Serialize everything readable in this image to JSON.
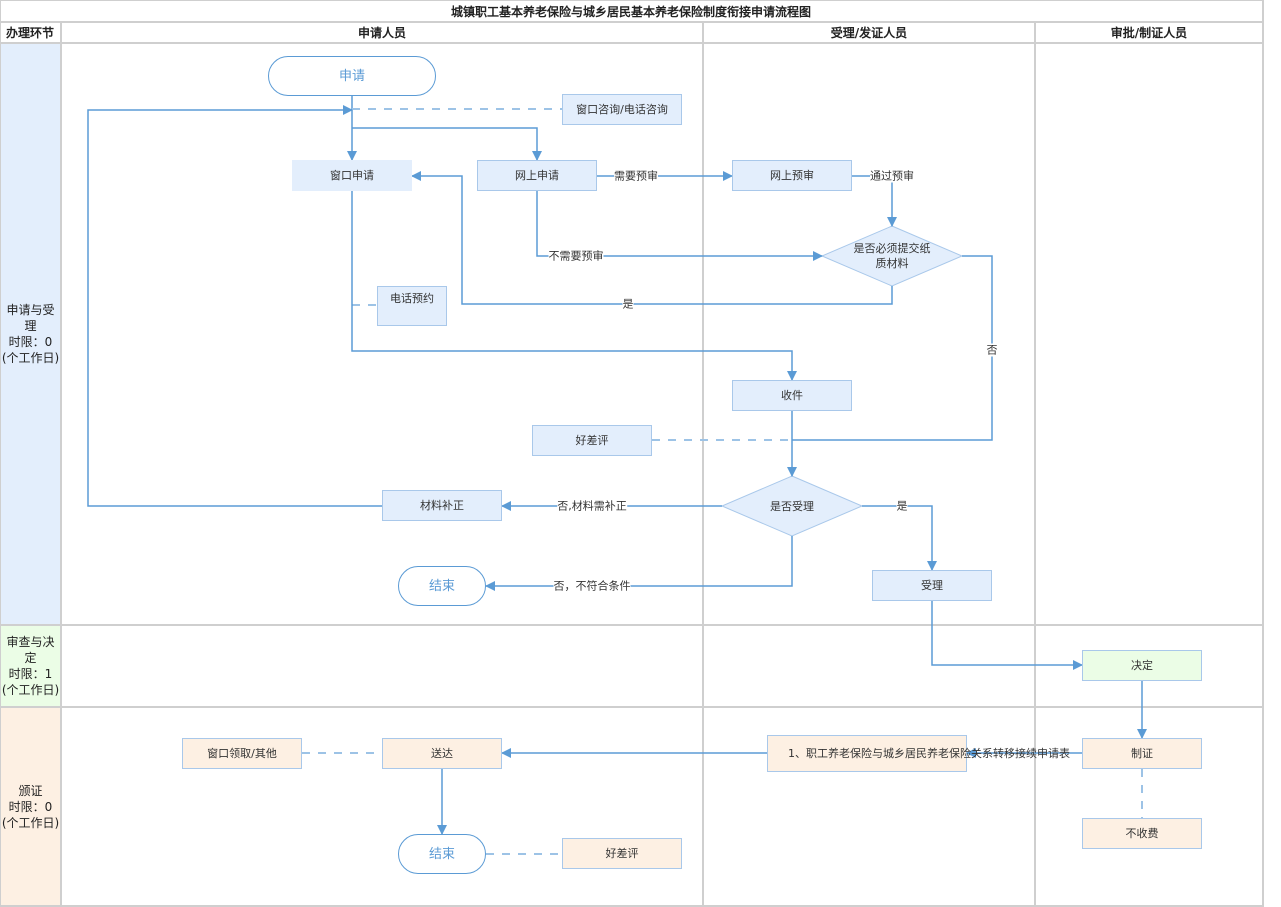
{
  "title": "城镇职工基本养老保险与城乡居民基本养老保险制度衔接申请流程图",
  "headers": {
    "stage": "办理环节",
    "applicant": "申请人员",
    "acceptor": "受理/发证人员",
    "approver": "审批/制证人员"
  },
  "lanes": [
    {
      "label": "申请与受理\n时限：0\n(个工作日)",
      "color": "#e3eefc"
    },
    {
      "label": "审查与决定\n时限：1\n(个工作日)",
      "color": "#ebfde6"
    },
    {
      "label": "颁证\n时限：0\n(个工作日)",
      "color": "#fdf0e3"
    }
  ],
  "nodes": {
    "start": "申请",
    "consult": "窗口咨询/电话咨询",
    "window_apply": "窗口申请",
    "online_apply": "网上申请",
    "online_precheck": "网上预审",
    "paper_decision": "是否必须提交纸质材料",
    "phone_booking": "电话预约",
    "receive": "收件",
    "rating1": "好差评",
    "accept_decision": "是否受理",
    "supplement": "材料补正",
    "end1": "结束",
    "accept": "受理",
    "decide": "决定",
    "certify": "制证",
    "form": "1、职工养老保险与城乡居民养老保险关系转移接续申请表",
    "deliver": "送达",
    "pickup": "窗口领取/其他",
    "end2": "结束",
    "no_fee": "不收费",
    "rating2": "好差评"
  },
  "edge_labels": {
    "need_precheck": "需要预审",
    "pass_precheck": "通过预审",
    "no_precheck": "不需要预审",
    "yes1": "是",
    "no1": "否",
    "no_supplement": "否,材料需补正",
    "no_reject": "否，不符合条件",
    "yes2": "是"
  },
  "colors": {
    "line": "#5b9bd5",
    "dashed": "#9dc3e6"
  }
}
